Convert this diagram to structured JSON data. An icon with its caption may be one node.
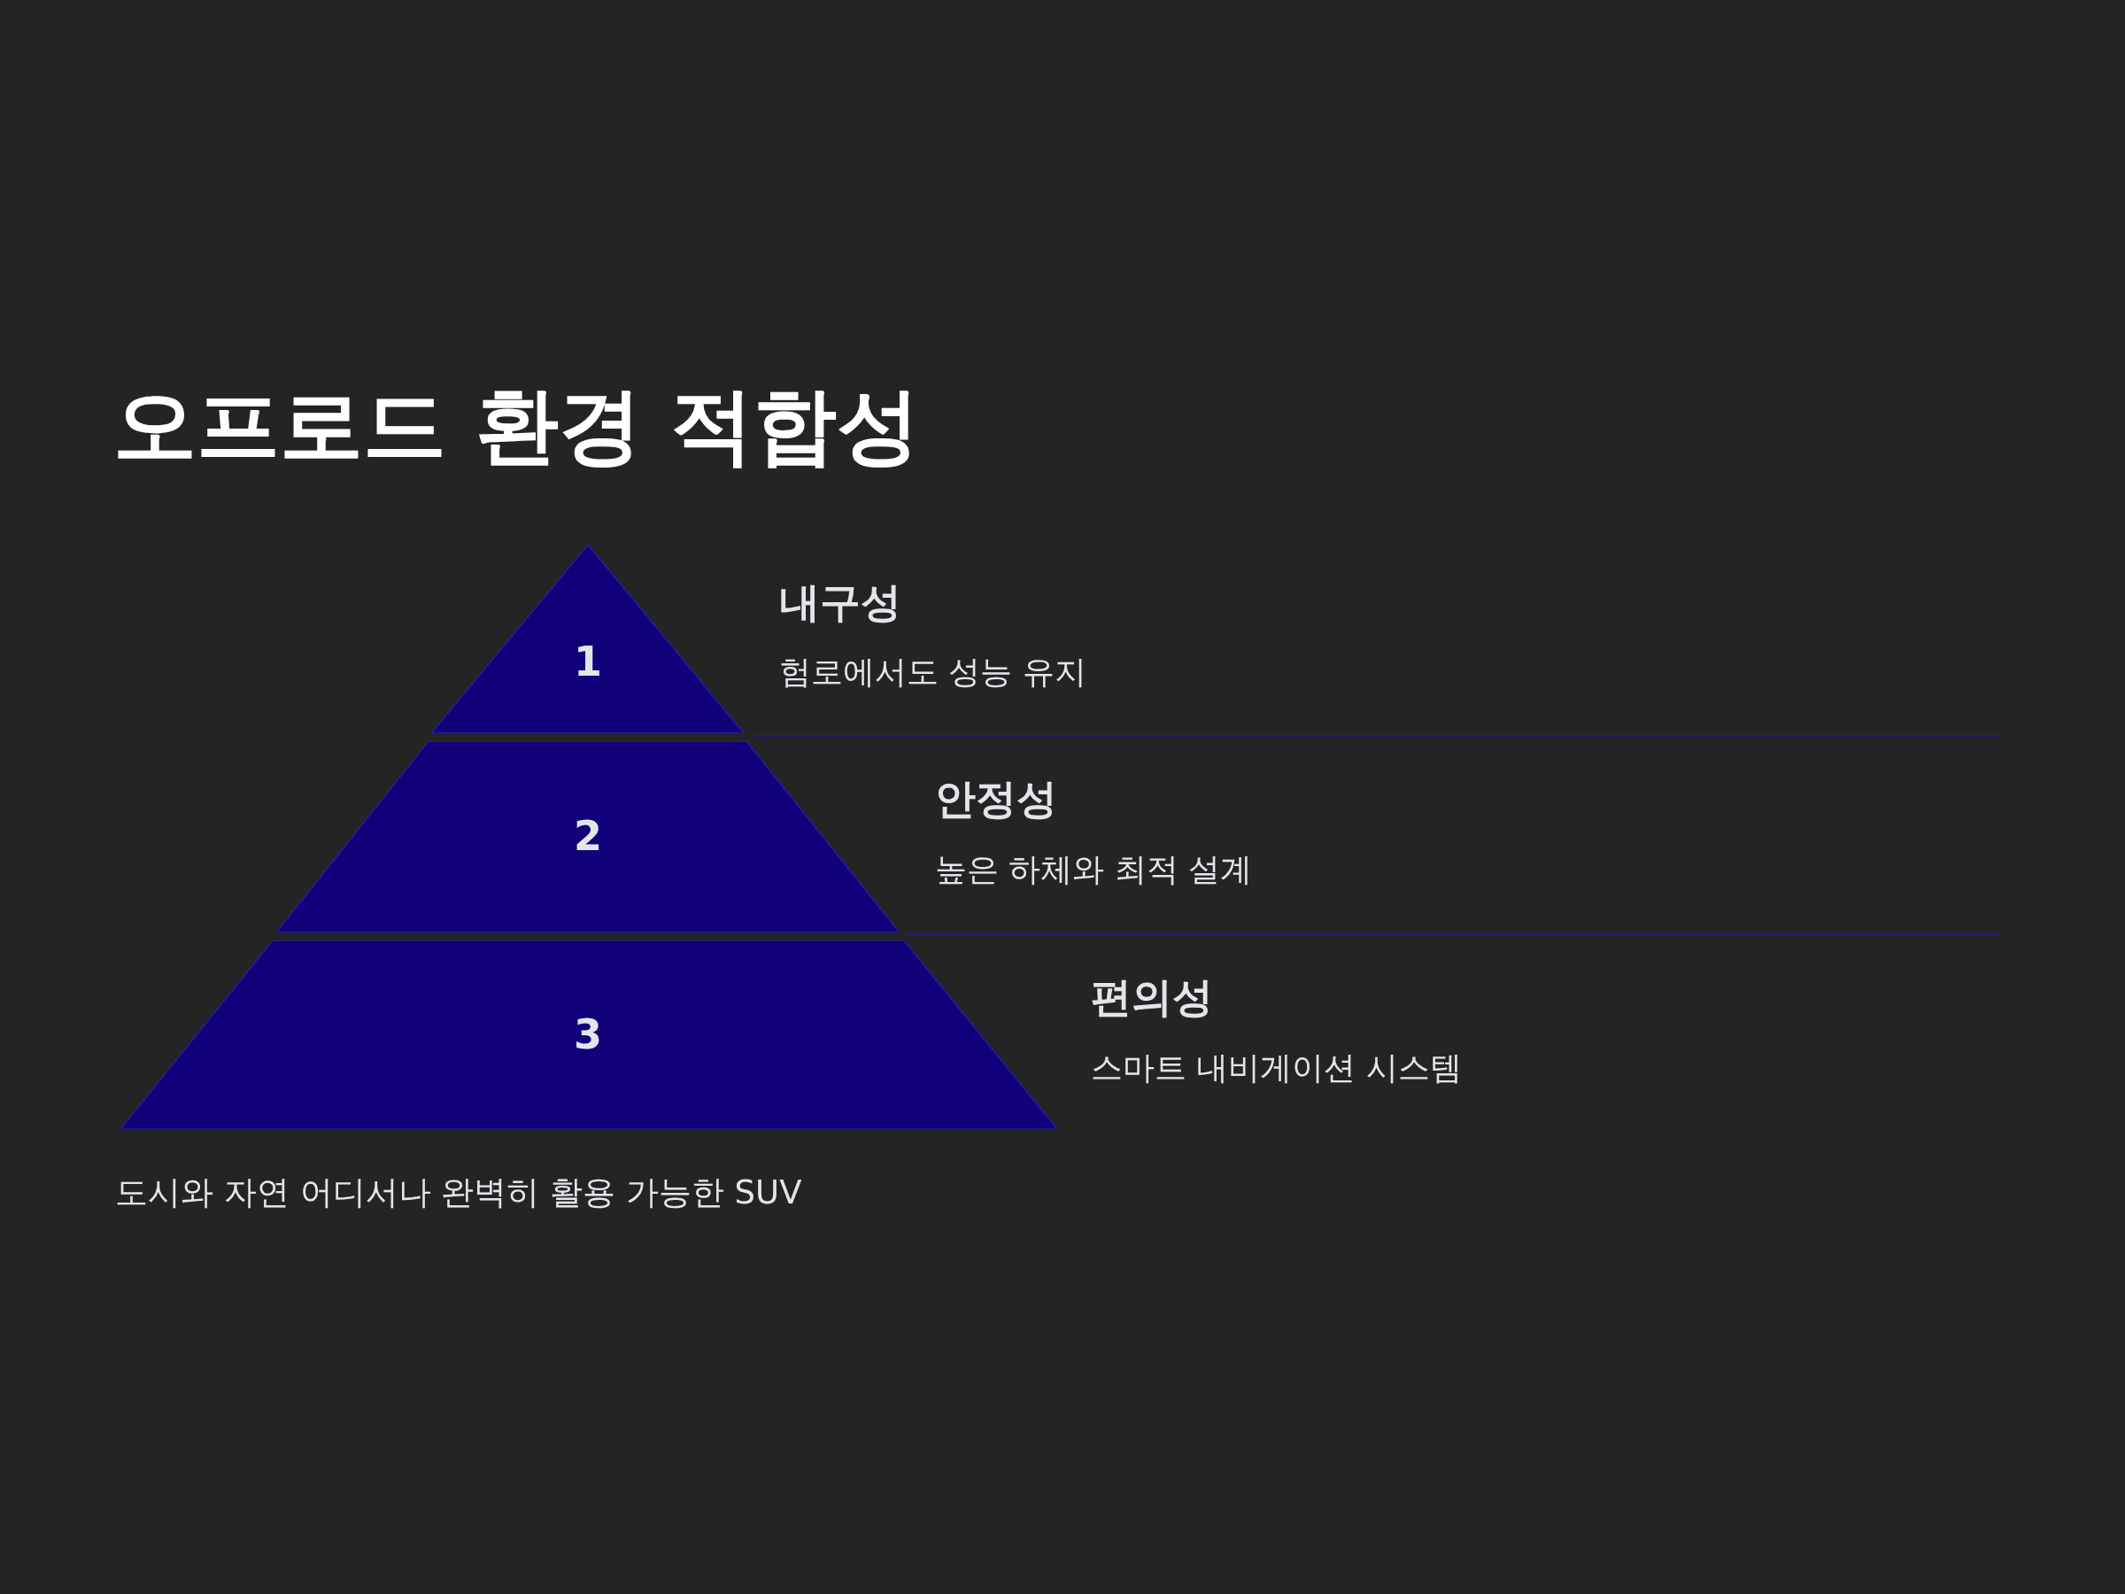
{
  "diagram": {
    "title": "오프로드 환경 적합성",
    "nodes": [
      {
        "text": [
          "1"
        ],
        "beside": [
          "내구성",
          "험로에서도 성능 유지"
        ]
      },
      {
        "text": [
          "2"
        ],
        "beside": [
          "안정성",
          "높은 하체와 최적 설계"
        ]
      },
      {
        "text": [
          "3"
        ],
        "beside": [
          "편의성",
          "스마트 내비게이션 시스템"
        ]
      }
    ],
    "edges": [],
    "caption": "도시와 자연 어디서나 완벽히 활용 가능한 SUV"
  }
}
